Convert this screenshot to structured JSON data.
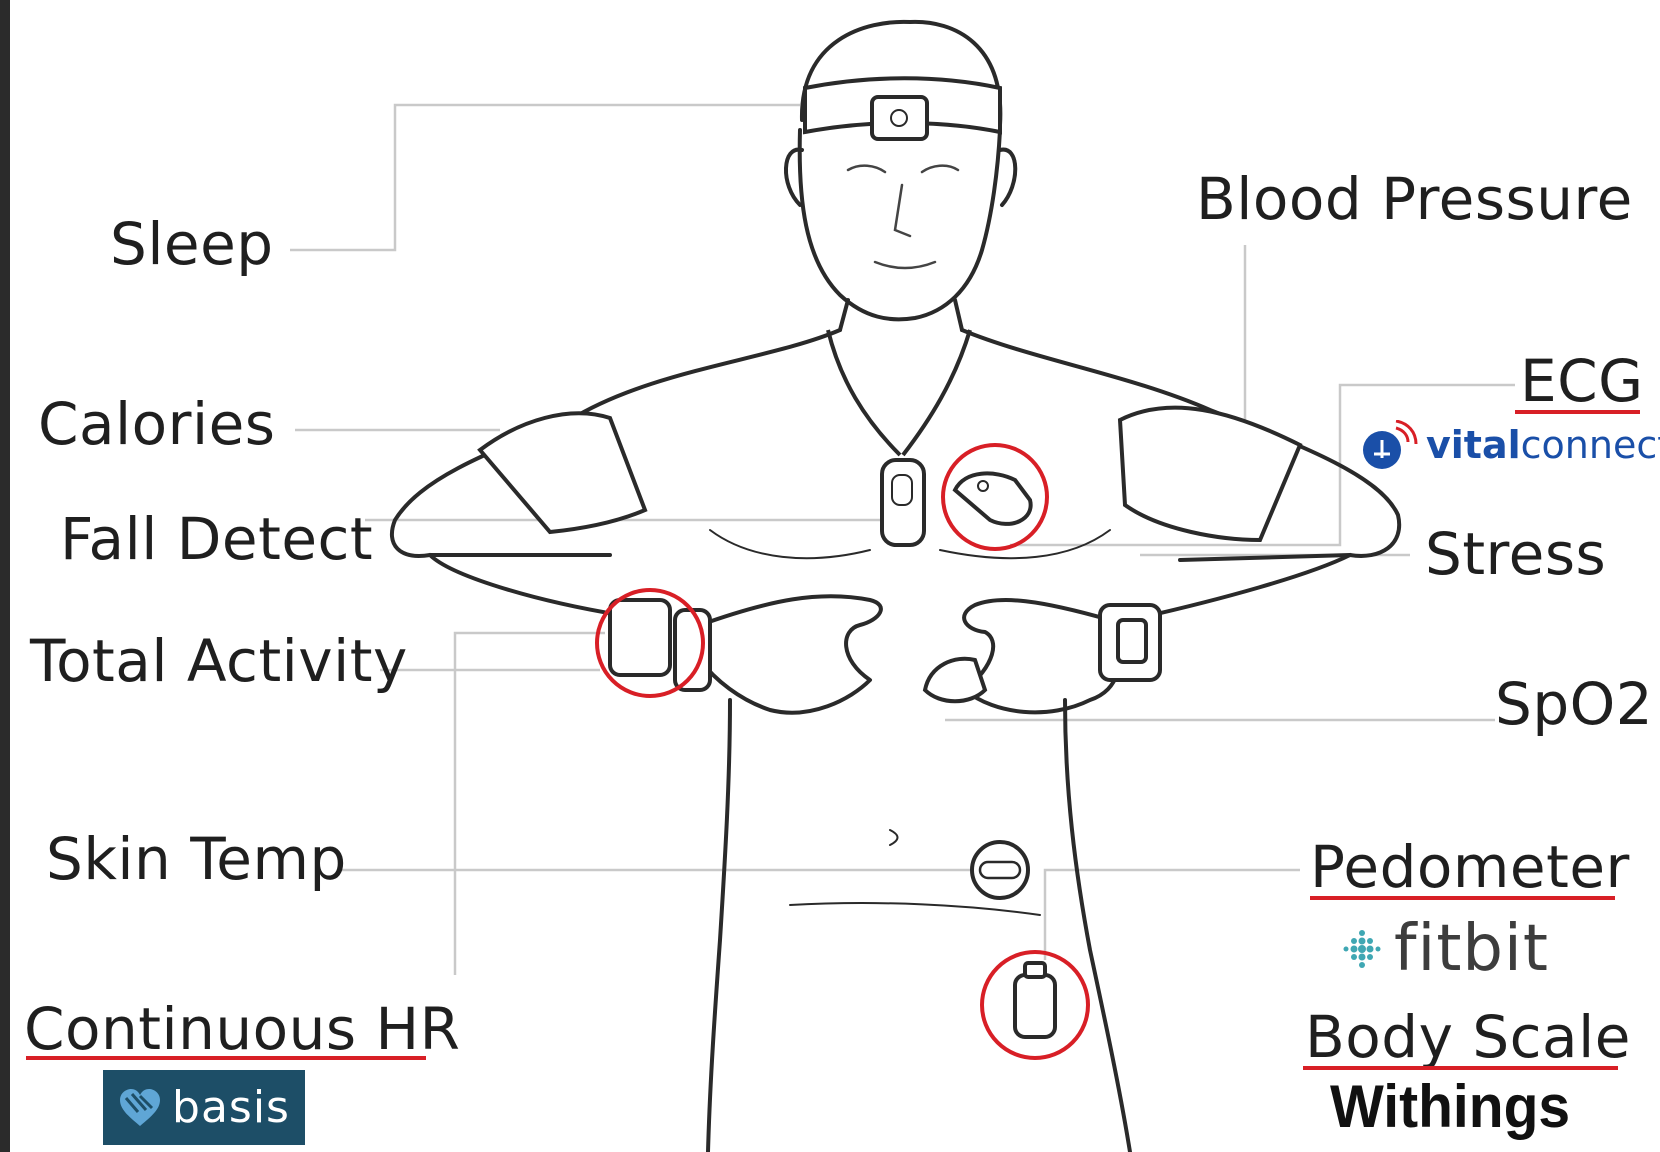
{
  "labels": {
    "sleep": "Sleep",
    "calories": "Calories",
    "fall_detect": "Fall Detect",
    "total_activity": "Total Activity",
    "skin_temp": "Skin Temp",
    "continuous_hr": "Continuous HR",
    "blood_pressure": "Blood Pressure",
    "ecg": "ECG",
    "stress": "Stress",
    "spo2": "SpO2",
    "pedometer": "Pedometer",
    "body_scale": "Body Scale"
  },
  "brands": {
    "basis": "basis",
    "vitalconnect_bold": "vital",
    "vitalconnect_rest": "connect",
    "fitbit": "fitbit",
    "withings": "Withings"
  },
  "colors": {
    "highlight": "#d81f26",
    "basis_bg": "#1d4e67",
    "vitalconnect": "#1a4fa8",
    "fitbit_dots": "#3fa7b3",
    "frame": "#2b2b2b"
  }
}
